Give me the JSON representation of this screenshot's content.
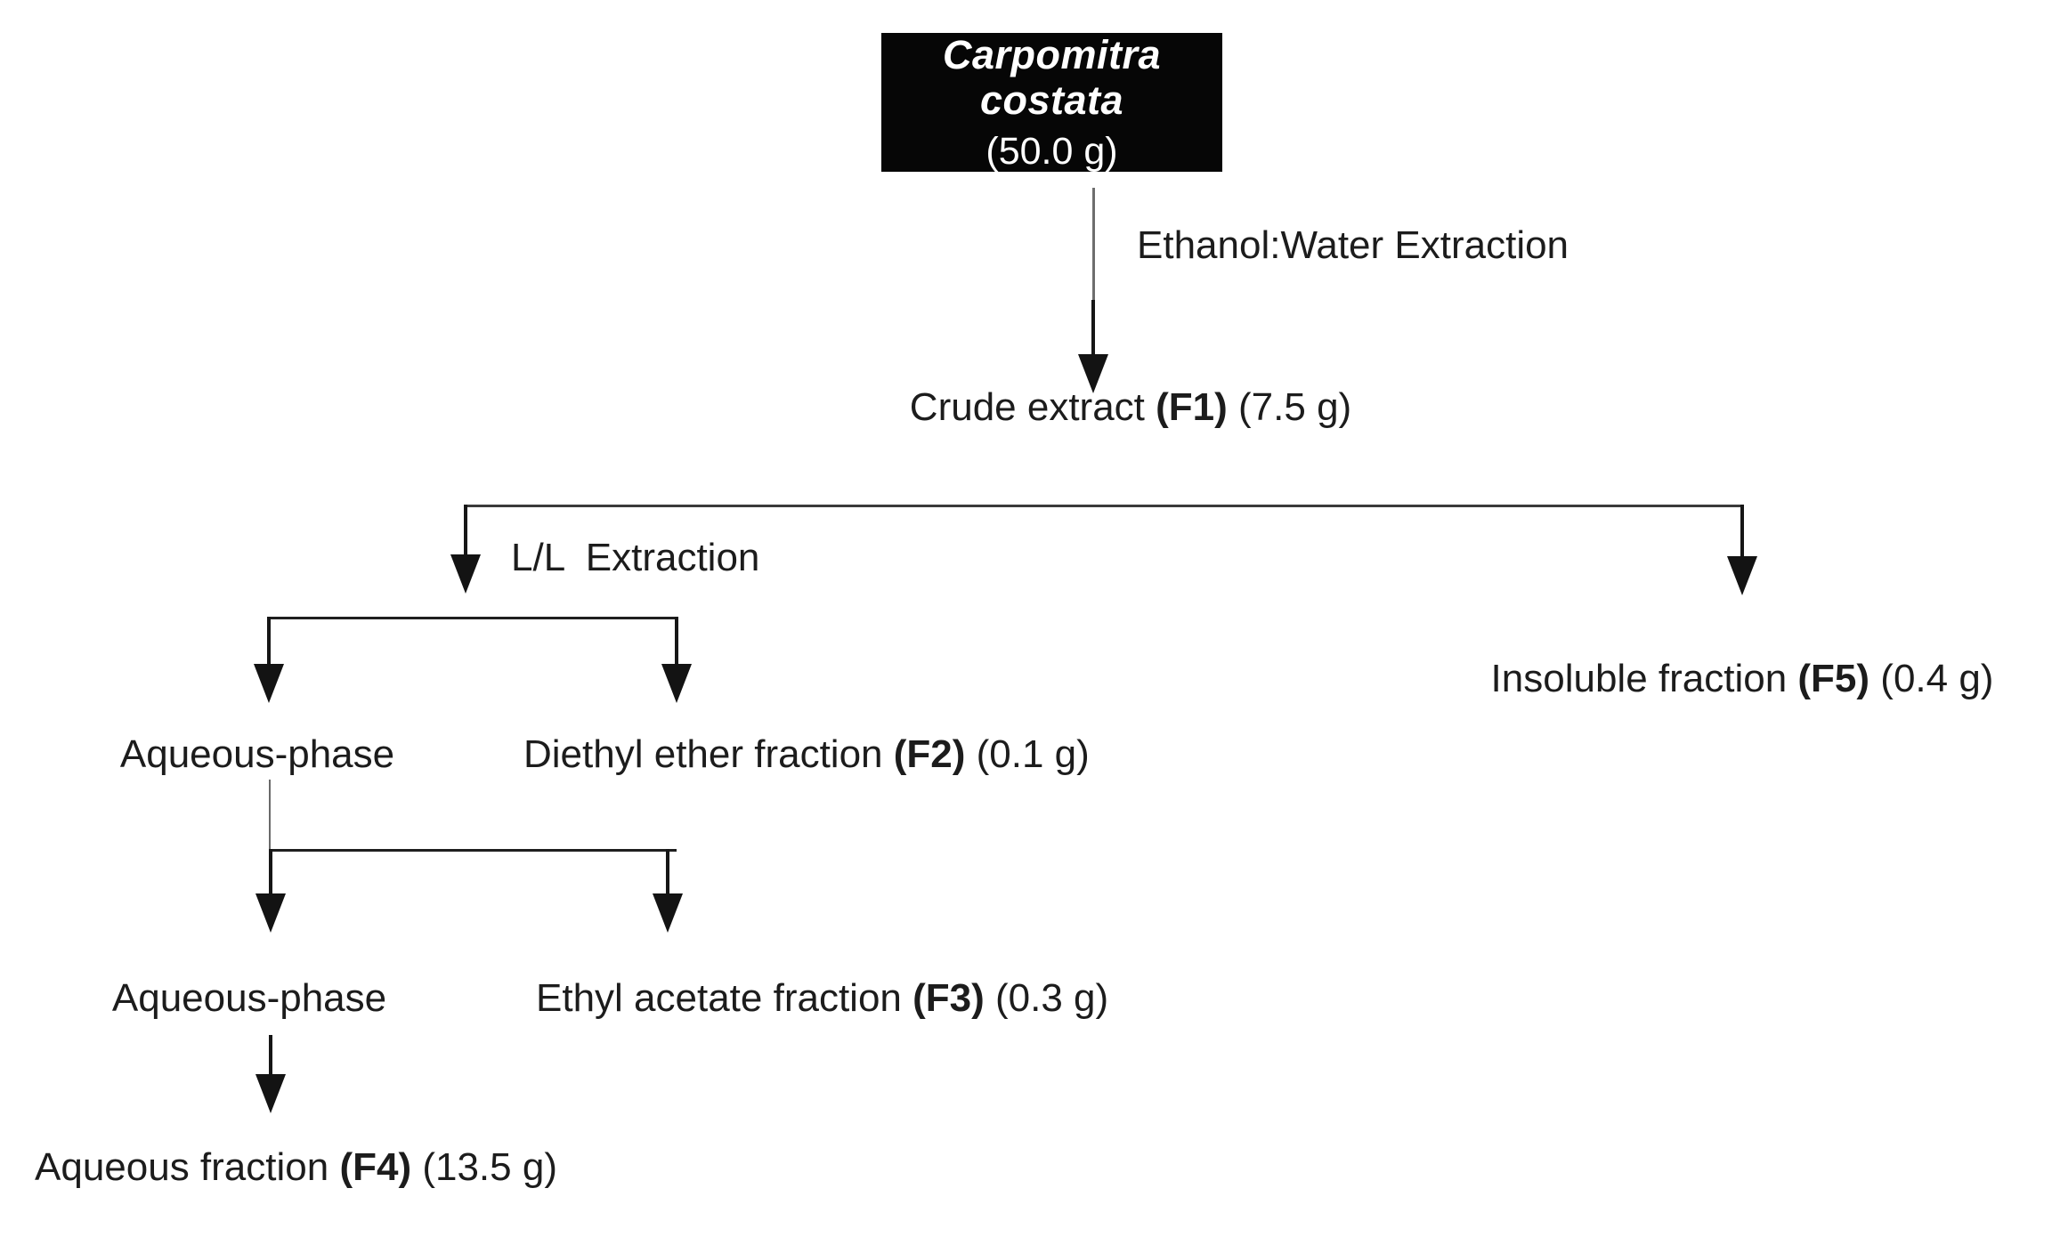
{
  "diagram": {
    "source_box": {
      "name": "Carpomitra costata",
      "amount": "(50.0 g)"
    },
    "edge_labels": {
      "ethanol_water": "Ethanol:Water Extraction",
      "ll_extraction": "L/L Extraction"
    },
    "nodes": {
      "crude_extract": {
        "pre": "Crude extract ",
        "code": "(F1)",
        "post": " (7.5 g)"
      },
      "insoluble": {
        "pre": "Insoluble fraction ",
        "code": "(F5)",
        "post": " (0.4 g)"
      },
      "aqueous_phase_1": {
        "pre": "Aqueous-phase",
        "code": "",
        "post": ""
      },
      "diethyl_ether": {
        "pre": "Diethyl ether fraction ",
        "code": "(F2)",
        "post": " (0.1 g)"
      },
      "aqueous_phase_2": {
        "pre": "Aqueous-phase",
        "code": "",
        "post": ""
      },
      "ethyl_acetate": {
        "pre": "Ethyl acetate fraction ",
        "code": "(F3)",
        "post": " (0.3 g)"
      },
      "aqueous_fraction": {
        "pre": "Aqueous fraction ",
        "code": "(F4)",
        "post": " (13.5 g)"
      }
    },
    "colors": {
      "box_bg": "#060606",
      "box_text": "#ffffff",
      "text": "#1c1c1c",
      "line": "#3a3a3a",
      "arrow": "#131313"
    }
  }
}
